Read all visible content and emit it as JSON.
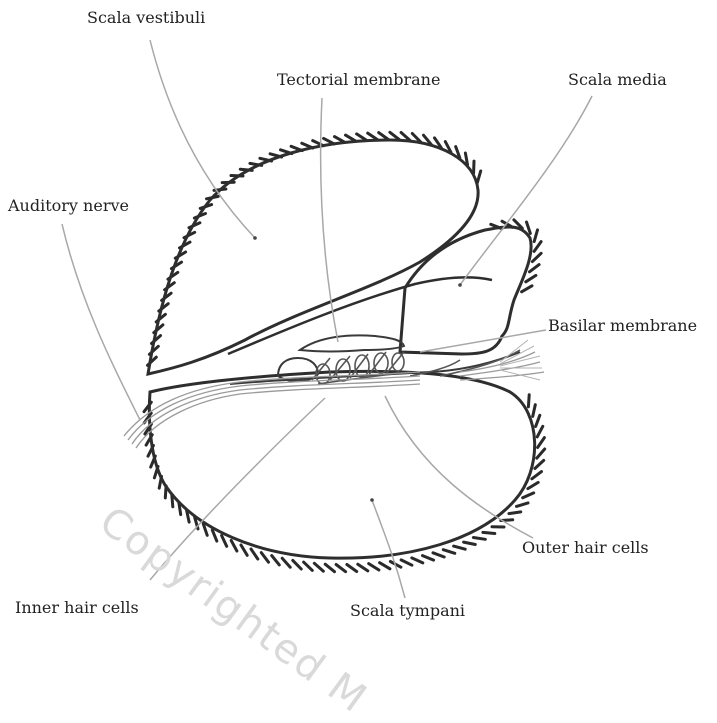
{
  "labels": {
    "scala_vestibuli": "Scala vestibuli",
    "tectorial_membrane": "Tectorial membrane",
    "scala_media": "Scala media",
    "auditory_nerve": "Auditory nerve",
    "basilar_membrane": "Basilar membrane",
    "outer_hair_cells": "Outer hair cells",
    "inner_hair_cells": "Inner hair cells",
    "scala_tympani": "Scala tympani"
  },
  "watermark": "Copyrighted M",
  "colors": {
    "outline": "#2e2e2e",
    "hatch": "#2a2a2a",
    "leader": "#a8a8a8",
    "nerve": "#9a9a9a",
    "text": "#222222",
    "watermark": "#d9d9d9"
  }
}
